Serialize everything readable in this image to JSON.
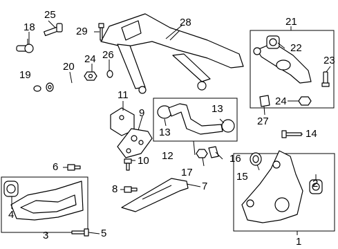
{
  "callouts": {
    "c1": "1",
    "c2": "2",
    "c3": "3",
    "c4": "4",
    "c5": "5",
    "c6": "6",
    "c7": "7",
    "c8": "8",
    "c9": "9",
    "c10": "10",
    "c11": "11",
    "c12": "12",
    "c13a": "13",
    "c13b": "13",
    "c14": "14",
    "c15": "15",
    "c16": "16",
    "c17": "17",
    "c18": "18",
    "c19": "19",
    "c20": "20",
    "c21": "21",
    "c22": "22",
    "c23": "23",
    "c24a": "24",
    "c24b": "24",
    "c25": "25",
    "c26": "26",
    "c27": "27",
    "c28": "28",
    "c29": "29"
  }
}
